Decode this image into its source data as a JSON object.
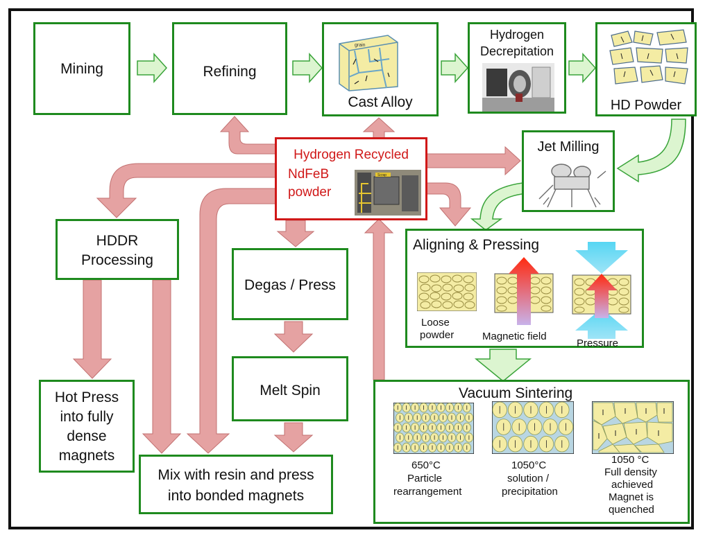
{
  "steps": {
    "mining": "Mining",
    "refining": "Refining",
    "cast_alloy": "Cast Alloy",
    "cast_alloy_grain_text": "grain",
    "hd_title_1": "Hydrogen",
    "hd_title_2": "Decrepitation",
    "hd_powder": "HD Powder",
    "jet_milling": "Jet Milling",
    "recycled_1": "Hydrogen Recycled",
    "recycled_2": "NdFeB",
    "recycled_3": "powder",
    "recycled_sign": "Scrap",
    "hddr_1": "HDDR",
    "hddr_2": "Processing",
    "degas": "Degas / Press",
    "melt_spin": "Melt Spin",
    "hot_press_1": "Hot Press",
    "hot_press_2": "into fully",
    "hot_press_3": "dense",
    "hot_press_4": "magnets",
    "mix_1": "Mix with resin and press",
    "mix_2": "into bonded magnets"
  },
  "aligning": {
    "title": "Aligning & Pressing",
    "loose_1": "Loose",
    "loose_2": "powder",
    "magnetic": "Magnetic field",
    "pressure": "Pressure"
  },
  "sintering": {
    "title": "Vacuum Sintering",
    "c1_1": "650°C",
    "c1_2": "Particle",
    "c1_3": "rearrangement",
    "c2_1": "1050°C",
    "c2_2": "solution /",
    "c2_3": "precipitation",
    "c3_1": "1050 °C",
    "c3_2": "Full density",
    "c3_3": "achieved",
    "c3_4": "Magnet is",
    "c3_5": "quenched"
  },
  "colors": {
    "green_border": "#1e8a1e",
    "red_border": "#d01818",
    "red_text": "#d01818",
    "pink_arrow": "#e5a2a2",
    "green_arrow": "#dcf5d0",
    "grain_fill": "#f4eca4"
  }
}
